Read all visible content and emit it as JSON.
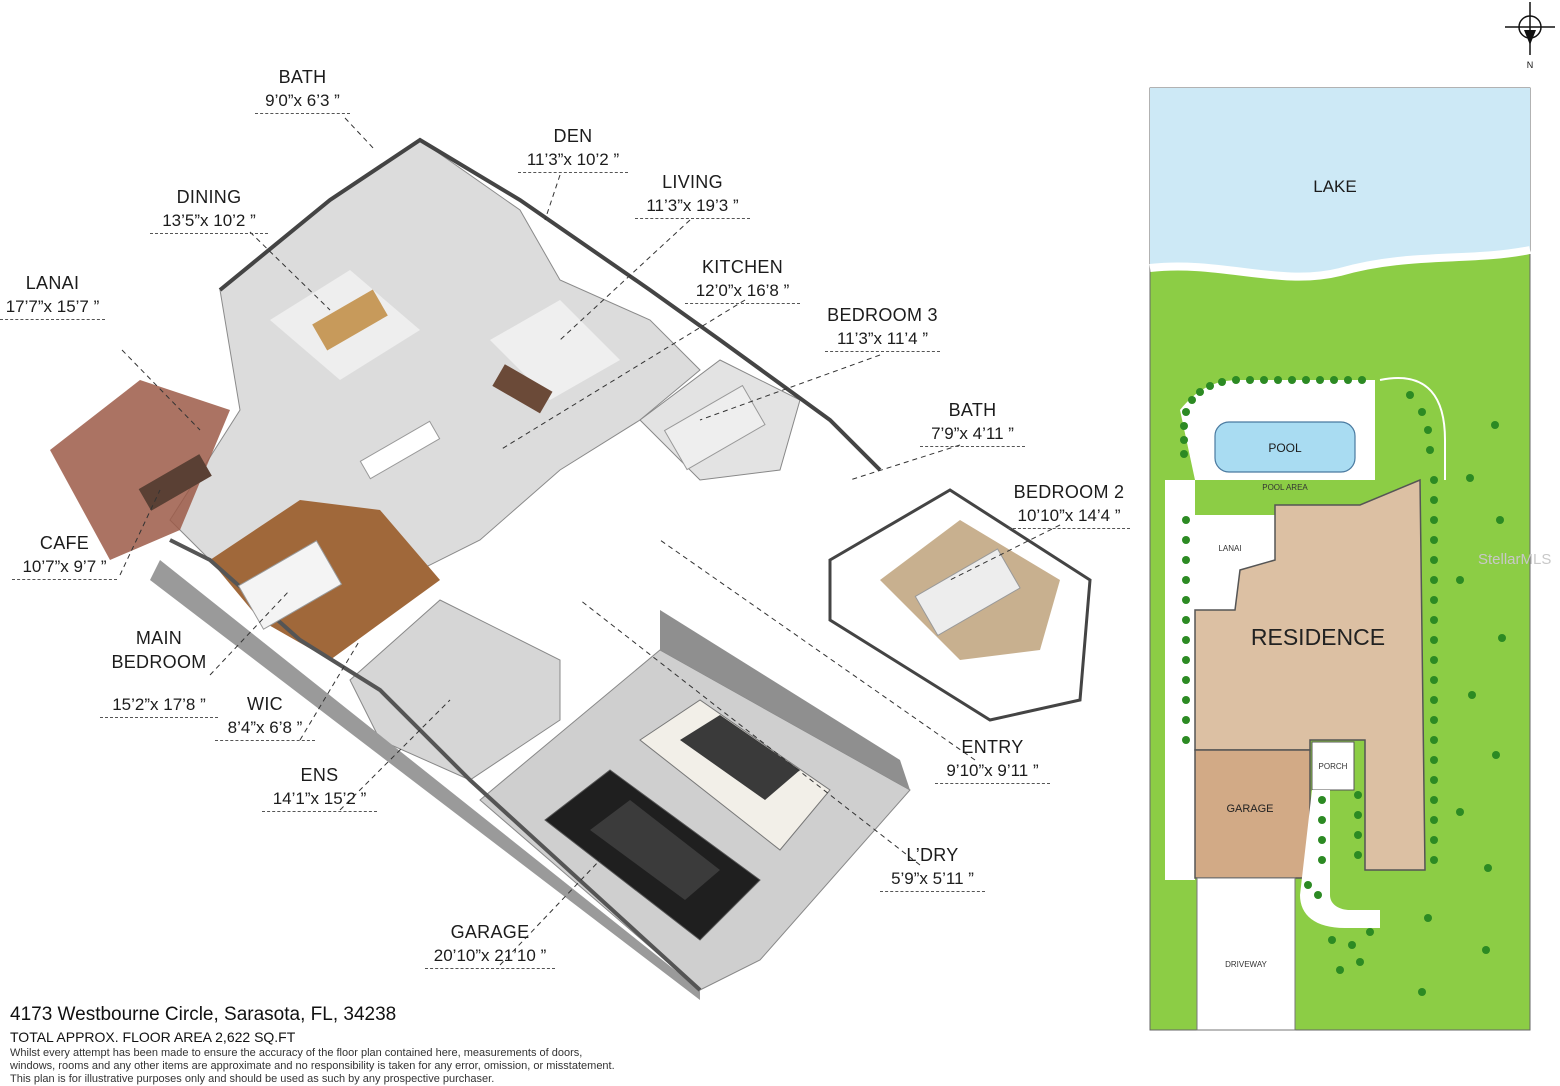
{
  "rooms": {
    "bath_top": {
      "name": "BATH",
      "dims": "9’0”x 6’3 ”"
    },
    "den": {
      "name": "DEN",
      "dims": "11’3”x 10’2 ”"
    },
    "dining": {
      "name": "DINING",
      "dims": "13’5”x 10’2 ”"
    },
    "living": {
      "name": "LIVING",
      "dims": "11’3”x 19’3 ”"
    },
    "kitchen": {
      "name": "KITCHEN",
      "dims": "12’0”x 16’8 ”"
    },
    "lanai": {
      "name": "LANAI",
      "dims": "17’7”x 15’7 ”"
    },
    "bedroom3": {
      "name": "BEDROOM 3",
      "dims": "11’3”x 11’4 ”"
    },
    "bath2": {
      "name": "BATH",
      "dims": "7’9”x 4’11 ”"
    },
    "bedroom2": {
      "name": "BEDROOM 2",
      "dims": "10’10”x 14’4 ”"
    },
    "cafe": {
      "name": "CAFE",
      "dims": "10’7”x 9’7 ”"
    },
    "main_bedroom": {
      "name": "MAIN\nBEDROOM",
      "dims": "15’2”x 17’8 ”"
    },
    "wic": {
      "name": "WIC",
      "dims": "8’4”x 6’8 ”"
    },
    "entry": {
      "name": "ENTRY",
      "dims": "9’10”x 9’11 ”"
    },
    "ens": {
      "name": "ENS",
      "dims": "14’1”x 15’2 ”"
    },
    "laundry": {
      "name": "L’DRY",
      "dims": "5’9”x 5’11 ”"
    },
    "garage": {
      "name": "GARAGE",
      "dims": "20’10”x 21’10 ”"
    }
  },
  "site_plan": {
    "lake": "LAKE",
    "pool": "POOL",
    "pool_area": "POOL AREA",
    "lanai": "LANAI",
    "residence": "RESIDENCE",
    "porch": "PORCH",
    "garage": "GARAGE",
    "driveway": "DRIVEWAY",
    "north": "N"
  },
  "footer": {
    "address": "4173 Westbourne Circle, Sarasota, FL, 34238",
    "area": "TOTAL APPROX. FLOOR AREA 2,622 SQ.FT",
    "disclaimer_1": "Whilst every attempt has been made to ensure the accuracy of the floor plan contained here, measurements of doors,",
    "disclaimer_2": "windows, rooms and any other items are approximate and no responsibility is taken for any error, omission, or misstatement.",
    "disclaimer_3": "This plan is for illustrative purposes only and should be used as such by any prospective purchaser."
  },
  "watermark": "StellarMLS",
  "colors": {
    "lake": "#cde9f6",
    "grass": "#8ccd45",
    "residence": "#dcc0a3",
    "pool": "#a9dcf2",
    "hedge": "#2c8a23",
    "floor": "#dedede",
    "wood": "#a0683a",
    "brick": "#9c5a48"
  }
}
